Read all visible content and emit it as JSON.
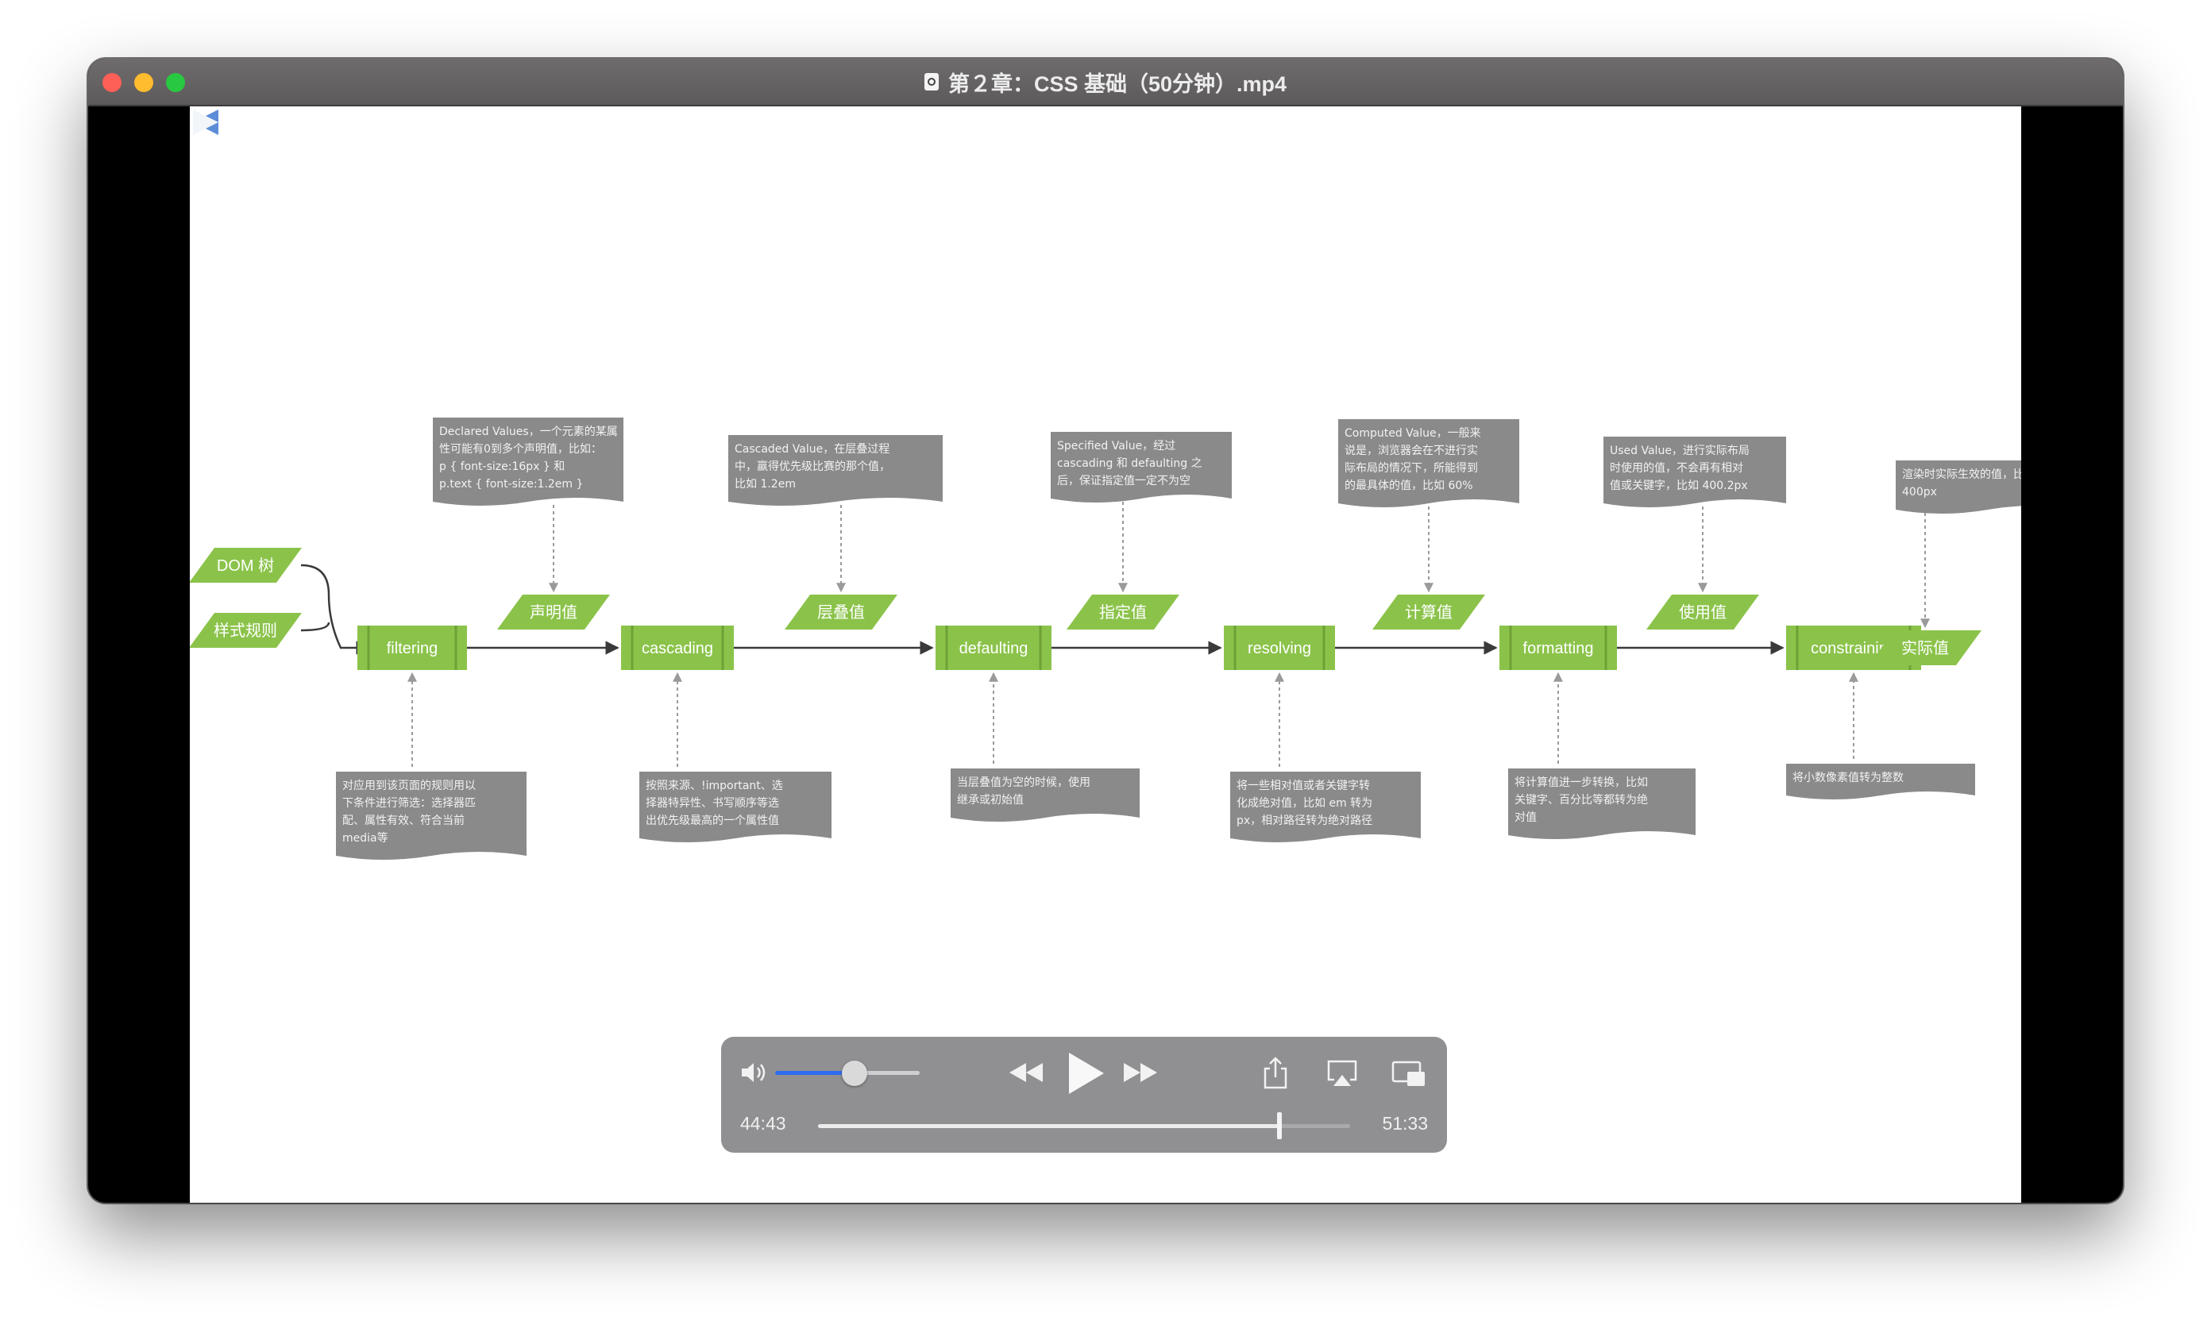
{
  "window": {
    "title": "第２章：CSS 基础（50分钟）.mp4"
  },
  "slide": {
    "inputs": [
      "DOM 树",
      "样式规则"
    ],
    "process": [
      "filtering",
      "cascading",
      "defaulting",
      "resolving",
      "formatting",
      "constraining"
    ],
    "values": [
      "声明值",
      "层叠值",
      "指定值",
      "计算值",
      "使用值",
      "实际值"
    ],
    "value_notes": [
      [
        "Declared Values，一个元素的某属",
        "性可能有0到多个声明值，比如：",
        "p { font-size:16px } 和",
        "p.text { font-size:1.2em }"
      ],
      [
        "Cascaded Value，在层叠过程",
        "中，赢得优先级比赛的那个值，",
        "比如 1.2em"
      ],
      [
        "Specified Value，经过",
        "cascading 和 defaulting 之",
        "后，保证指定值一定不为空"
      ],
      [
        "Computed Value，一般来",
        "说是，浏览器会在不进行实",
        "际布局的情况下，所能得到",
        "的最具体的值，比如 60%"
      ],
      [
        "Used Value，进行实际布局",
        "时使用的值，不会再有相对",
        "值或关键字，比如 400.2px"
      ],
      [
        "渲染时实际生效的值，比如",
        "400px"
      ]
    ],
    "process_notes": [
      [
        "对应用到该页面的规则用以",
        "下条件进行筛选：选择器匹",
        "配、属性有效、符合当前",
        "media等"
      ],
      [
        "按照来源、!important、选",
        "择器特异性、书写顺序等选",
        "出优先级最高的一个属性值"
      ],
      [
        "当层叠值为空的时候，使用",
        "继承或初始值"
      ],
      [
        "将一些相对值或者关键字转",
        "化成绝对值，比如 em 转为",
        "px，相对路径转为绝对路径"
      ],
      [
        "将计算值进一步转换，比如",
        "关键字、百分比等都转为绝",
        "对值"
      ],
      [
        "将小数像素值转为整数"
      ]
    ]
  },
  "player": {
    "current_time": "44:43",
    "duration": "51:33",
    "progress": 0.867,
    "volume": 0.55,
    "icons": {
      "volume": "speaker-icon",
      "rewind": "rewind-icon",
      "play": "play-icon",
      "forward": "fast-forward-icon",
      "share": "share-icon",
      "airplay": "airplay-icon",
      "pip": "picture-in-picture-icon"
    },
    "accent_color": "#2f6bf0"
  },
  "colors": {
    "green": "#8bc34a",
    "note_grey": "#8a8a8a"
  }
}
